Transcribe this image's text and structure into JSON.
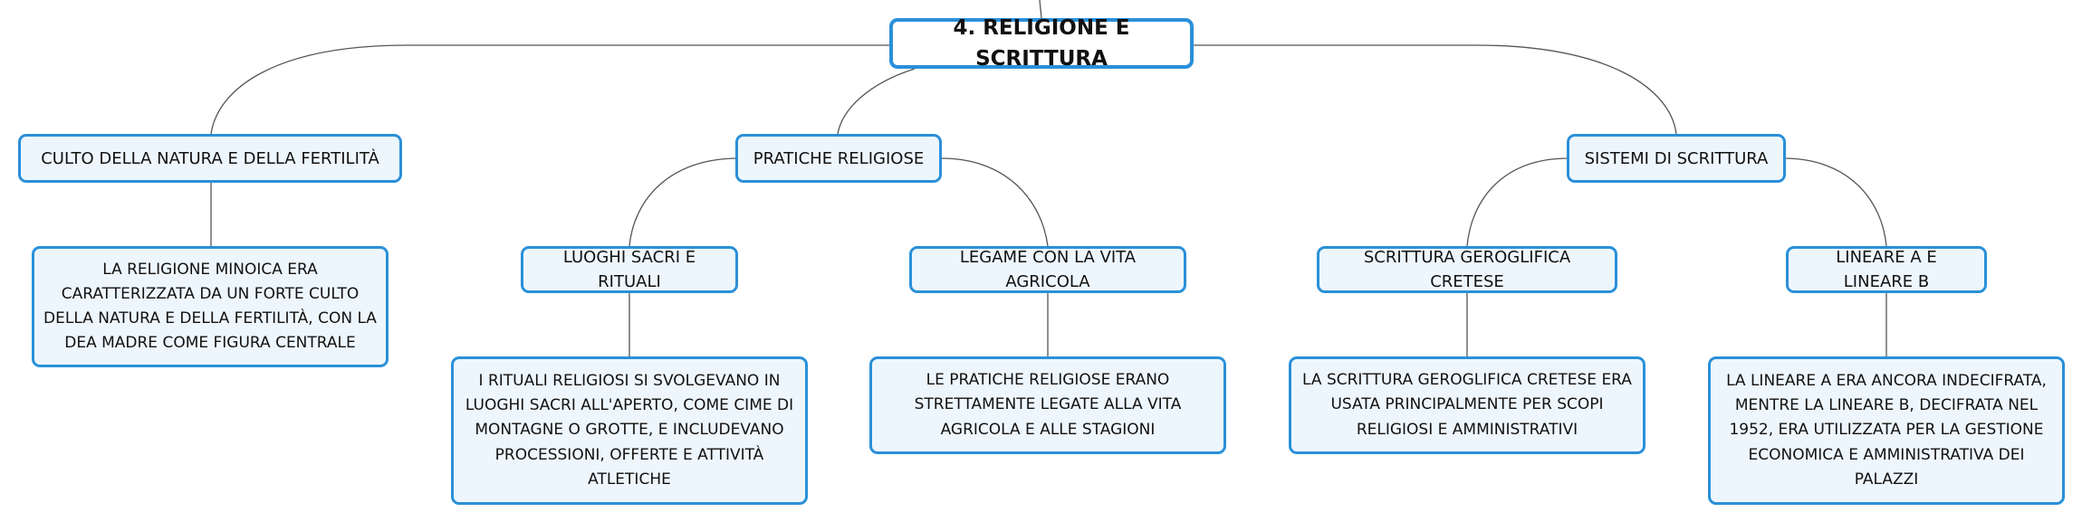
{
  "root": {
    "label": "4. RELIGIONE E SCRITTURA"
  },
  "branches": {
    "culto": {
      "label": "CULTO DELLA NATURA E DELLA FERTILITÀ",
      "detail": "LA RELIGIONE MINOICA ERA CARATTERIZZATA DA UN FORTE CULTO DELLA NATURA E DELLA FERTILITÀ, CON LA DEA MADRE COME FIGURA CENTRALE"
    },
    "pratiche": {
      "label": "PRATICHE RELIGIOSE",
      "luoghi": {
        "label": "LUOGHI SACRI E RITUALI",
        "detail": "I RITUALI RELIGIOSI SI SVOLGEVANO IN LUOGHI SACRI ALL'APERTO, COME CIME DI MONTAGNE O GROTTE, E INCLUDEVANO PROCESSIONI, OFFERTE E ATTIVITÀ ATLETICHE"
      },
      "legame": {
        "label": "LEGAME CON LA VITA AGRICOLA",
        "detail": "LE PRATICHE RELIGIOSE ERANO STRETTAMENTE LEGATE ALLA VITA AGRICOLA E ALLE STAGIONI"
      }
    },
    "scrittura": {
      "label": "SISTEMI DI SCRITTURA",
      "geroglifica": {
        "label": "SCRITTURA GEROGLIFICA CRETESE",
        "detail": "LA SCRITTURA GEROGLIFICA CRETESE ERA USATA PRINCIPALMENTE PER SCOPI RELIGIOSI E AMMINISTRATIVI"
      },
      "lineare": {
        "label": "LINEARE A E LINEARE B",
        "detail": "LA LINEARE A ERA ANCORA INDECIFRATA, MENTRE LA LINEARE B, DECIFRATA NEL 1952, ERA UTILIZZATA PER LA GESTIONE ECONOMICA E AMMINISTRATIVA DEI PALAZZI"
      }
    }
  }
}
